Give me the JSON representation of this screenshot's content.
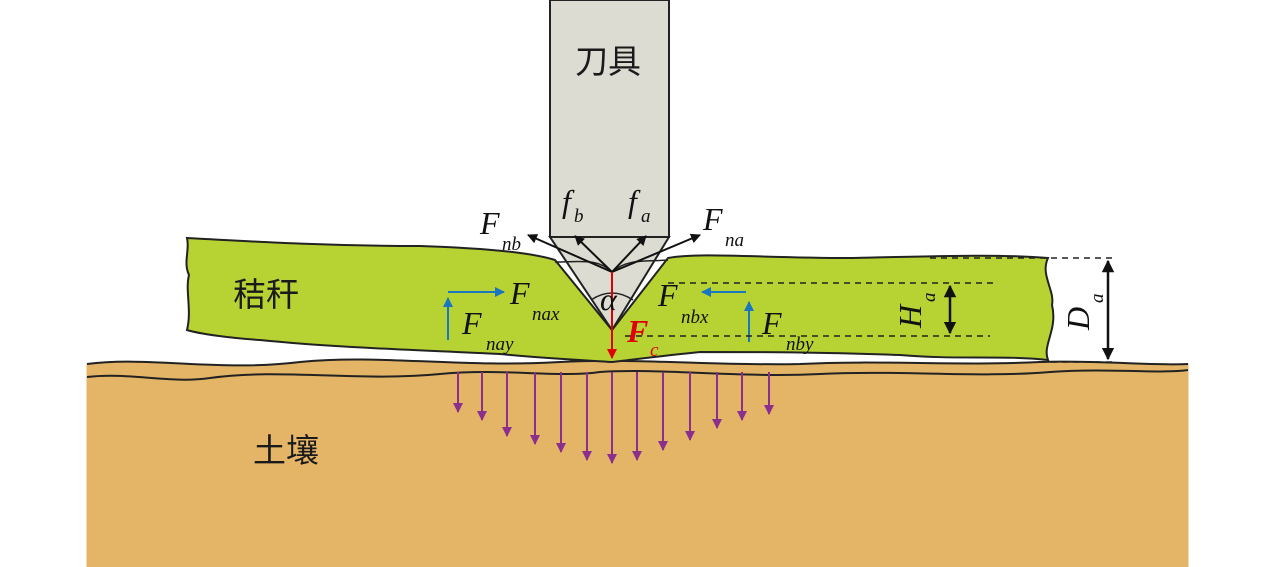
{
  "labels": {
    "tool": "刀具",
    "straw": "秸秆",
    "soil": "土壤"
  },
  "forces": {
    "f_b": {
      "main": "f",
      "sub": "b"
    },
    "f_a": {
      "main": "f",
      "sub": "a"
    },
    "F_nb": {
      "main": "F",
      "sub": "nb"
    },
    "F_na": {
      "main": "F",
      "sub": "na"
    },
    "F_nax": {
      "main": "F",
      "sub": "nax"
    },
    "F_nay": {
      "main": "F",
      "sub": "nay"
    },
    "F_nbx": {
      "main": "F",
      "sub": "nbx"
    },
    "F_nby": {
      "main": "F",
      "sub": "nby"
    },
    "F_c": {
      "main": "F",
      "sub": "c"
    }
  },
  "angle": {
    "symbol": "α"
  },
  "dimensions": {
    "H_a": {
      "main": "H",
      "sub": "a"
    },
    "D_a": {
      "main": "D",
      "sub": "a"
    }
  },
  "colors": {
    "tool_fill": "#dcdcd2",
    "straw_fill": "#b7d233",
    "soil_fill": "#e4b567",
    "horizontal_force": "#1976c0",
    "cutting_force": "#e00000",
    "soil_reaction": "#8a2f8e",
    "outline": "#222222"
  }
}
